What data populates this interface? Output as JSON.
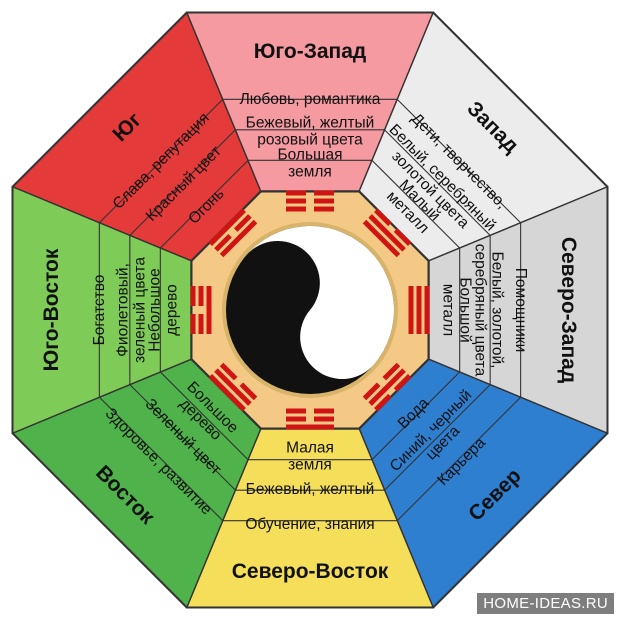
{
  "colors": {
    "outline": "#333333",
    "trigram": "#d01414",
    "trigram_ring": "#f3c985",
    "yin": "#111111",
    "yang": "#ffffff"
  },
  "zones": [
    {
      "key": "south",
      "title": "Юг",
      "color": "#e43a3a",
      "lines": [
        "Слава, репутация",
        "Красный цвет",
        "Огонь"
      ]
    },
    {
      "key": "southwest",
      "title": "Юго-Запад",
      "color": "#f49aa0",
      "lines": [
        "Любовь, романтика",
        "Бежевый, желтый|розовый цвета",
        "Большая|земля"
      ]
    },
    {
      "key": "west",
      "title": "Запад",
      "color": "#ececec",
      "lines": [
        "Дети, творчество,",
        "Белый, серебряный|золотой цвета",
        "Малый|металл"
      ]
    },
    {
      "key": "northwest",
      "title": "Северо-Запад",
      "color": "#d6d6d6",
      "lines": [
        "Помощники",
        "Белый, золотой,|серебряный цвета",
        "Большой|металл"
      ]
    },
    {
      "key": "north",
      "title": "Север",
      "color": "#2f7fd0",
      "lines": [
        "Карьера",
        "Синий, черный|цвета",
        "Вода"
      ]
    },
    {
      "key": "northeast",
      "title": "Северо-Восток",
      "color": "#f4de5a",
      "lines": [
        "Обучение, знания",
        "Бежевый, желтый",
        "Малая|земля"
      ]
    },
    {
      "key": "east",
      "title": "Восток",
      "color": "#4fb24a",
      "lines": [
        "Здоровье, развитие",
        "Зеленый цвет",
        "Большое|дерево"
      ]
    },
    {
      "key": "southeast",
      "title": "Юго-Восток",
      "color": "#7ecb57",
      "lines": [
        "Богатство",
        "Фиолетовый,|зеленый цвета",
        "Небольшое|дерево"
      ]
    }
  ],
  "trigrams": [
    [
      1,
      0,
      1
    ],
    [
      0,
      0,
      0
    ],
    [
      0,
      1,
      1
    ],
    [
      1,
      1,
      1
    ],
    [
      0,
      1,
      0
    ],
    [
      1,
      0,
      0
    ],
    [
      1,
      1,
      0
    ],
    [
      0,
      0,
      1
    ]
  ],
  "watermark": "HOME-IDEAS.RU"
}
